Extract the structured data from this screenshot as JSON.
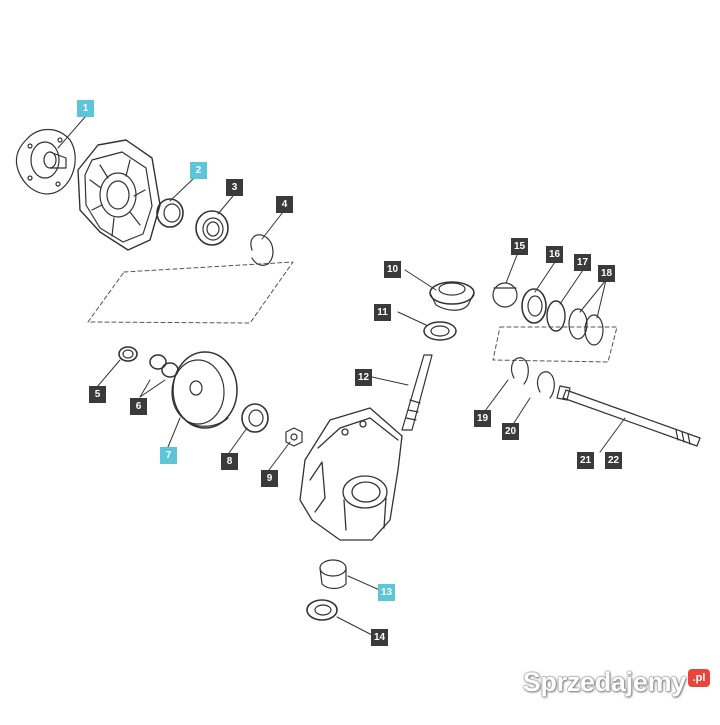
{
  "colors": {
    "callout_default": "#3a3a3a",
    "callout_highlight": "#5cc6d8",
    "line": "#333333",
    "watermark_badge": "#e8453c"
  },
  "parts": {
    "p1": "1",
    "p2": "2",
    "p3": "3",
    "p4": "4",
    "p5": "5",
    "p6": "6",
    "p7": "7",
    "p8": "8",
    "p9": "9",
    "p10": "10",
    "p11": "11",
    "p12": "12",
    "p13": "13",
    "p14": "14",
    "p15": "15",
    "p16": "16",
    "p17": "17",
    "p18": "18",
    "p19": "19",
    "p20": "20",
    "p21": "21",
    "p22": "22"
  },
  "highlighted": [
    "1",
    "2",
    "7",
    "13"
  ],
  "watermark": {
    "text": "Sprzedajemy",
    "badge": ".pl"
  }
}
